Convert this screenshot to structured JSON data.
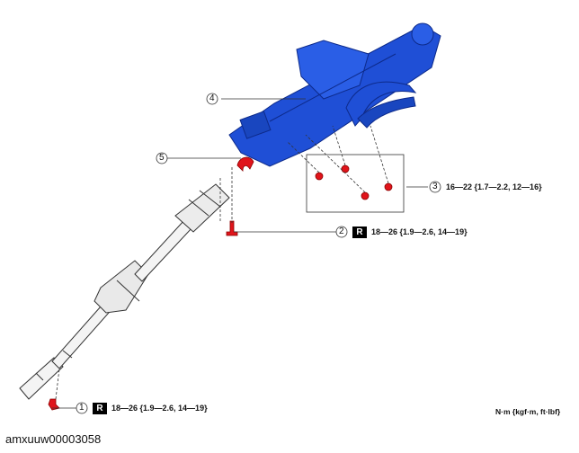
{
  "callouts": [
    {
      "num": "1",
      "torque": "18—26 {1.9—2.6, 14—19}",
      "reuse_badge": "R"
    },
    {
      "num": "2",
      "torque": "18—26 {1.9—2.6, 14—19}",
      "reuse_badge": "R"
    },
    {
      "num": "3",
      "torque": "16—22 {1.7—2.2, 12—16}"
    },
    {
      "num": "4"
    },
    {
      "num": "5"
    }
  ],
  "units_label": "N·m {kgf·m, ft·lbf}",
  "figure_id": "amxuuw00003058",
  "colors": {
    "column": "#1f4fd6",
    "column_dark": "#0d2a8a",
    "fastener": "#e0141b",
    "shaft": "#f2f2f2",
    "outline": "#333333"
  }
}
